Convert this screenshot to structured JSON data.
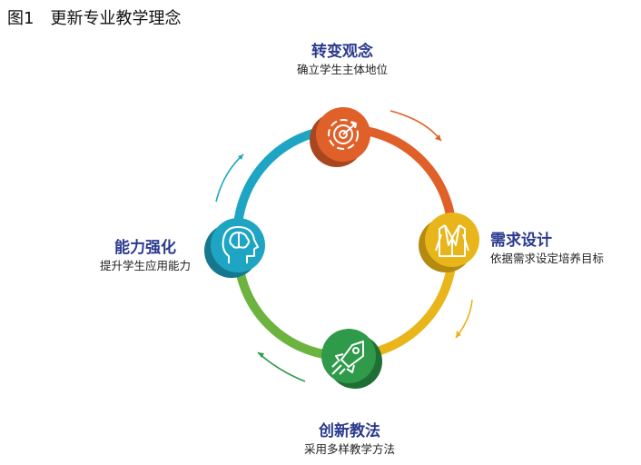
{
  "figure": {
    "title": "图1　更新专业教学理念"
  },
  "cycle": {
    "nodes": [
      {
        "title": "转变观念",
        "subtitle": "确立学生主体地位",
        "icon": "target-icon",
        "color": "#e0602a",
        "shadow": "#a8461f"
      },
      {
        "title": "需求设计",
        "subtitle": "依据需求设定培养目标",
        "icon": "blazer-icon",
        "color": "#e8b51a",
        "shadow": "#b58a10"
      },
      {
        "title": "创新教法",
        "subtitle": "采用多样教学方法",
        "icon": "rocket-icon",
        "color": "#2e9a4a",
        "shadow": "#1f6e34"
      },
      {
        "title": "能力强化",
        "subtitle": "提升学生应用能力",
        "icon": "brain-head-icon",
        "color": "#1fa5c4",
        "shadow": "#16788f"
      }
    ],
    "ring_colors": {
      "top_right": "#e0602a",
      "right_bottom": "#e8b51a",
      "bottom_left": "#6cb33f",
      "left_top": "#1fa5c4"
    },
    "arrow_colors": {
      "top_right": "#e0602a",
      "right_bottom": "#e8b51a",
      "bottom_left": "#2e9a4a",
      "left_top": "#1fa5c4"
    }
  }
}
